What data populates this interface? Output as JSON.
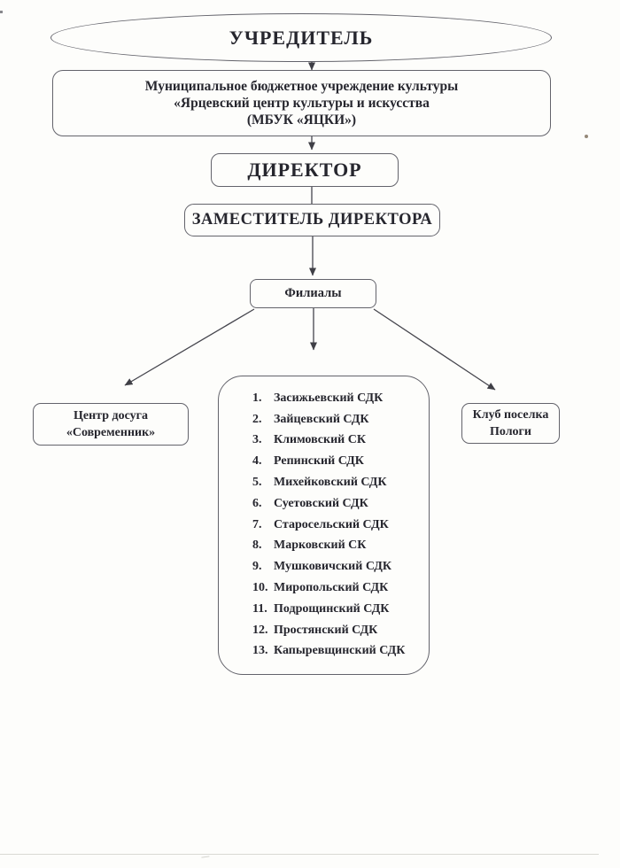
{
  "colors": {
    "paper": "#fdfdfb",
    "text": "#26262e",
    "border": "#63636b",
    "connector": "#45454d"
  },
  "org_chart": {
    "founder_label": "УЧРЕДИТЕЛЬ",
    "organization": {
      "line1": "Муниципальное бюджетное учреждение культуры",
      "line2": "«Ярцевский центр культуры и искусства",
      "line3": "(МБУК «ЯЦКИ»)"
    },
    "director_label": "ДИРЕКТОР",
    "deputy_label": "ЗАМЕСТИТЕЛЬ ДИРЕКТОРА",
    "branches_label": "Филиалы",
    "left_branch": {
      "line1": "Центр досуга",
      "line2": "«Современник»"
    },
    "right_branch": {
      "line1": "Клуб поселка",
      "line2": "Пологи"
    },
    "branch_list": [
      {
        "num": "1.",
        "label": "Засижьевский СДК"
      },
      {
        "num": "2.",
        "label": "Зайцевский СДК"
      },
      {
        "num": "3.",
        "label": "Климовский СК"
      },
      {
        "num": "4.",
        "label": "Репинский СДК"
      },
      {
        "num": "5.",
        "label": "Михейковский СДК"
      },
      {
        "num": "6.",
        "label": "Суетовский СДК"
      },
      {
        "num": "7.",
        "label": "Старосельский СДК"
      },
      {
        "num": "8.",
        "label": "Марковский СК"
      },
      {
        "num": "9.",
        "label": "Мушковичский СДК"
      },
      {
        "num": "10.",
        "label": "Миропольский СДК"
      },
      {
        "num": "11.",
        "label": "Подрощинский СДК"
      },
      {
        "num": "12.",
        "label": "Простянский СДК"
      },
      {
        "num": "13.",
        "label": "Капыревщинский СДК"
      }
    ]
  }
}
